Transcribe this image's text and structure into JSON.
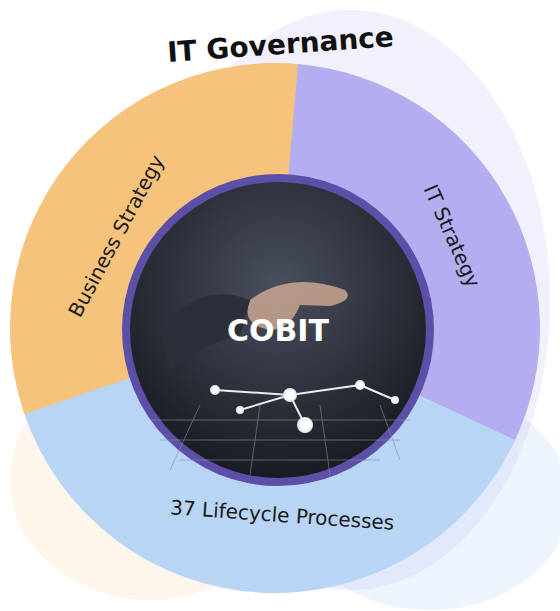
{
  "diagram": {
    "title": "IT Governance",
    "nodes": [
      {
        "text": [
          "Business Strategy"
        ]
      },
      {
        "text": [
          "IT Strategy"
        ]
      },
      {
        "text": [
          "COBIT"
        ]
      },
      {
        "text": [
          "37 Lifecycle Processes"
        ]
      }
    ]
  }
}
